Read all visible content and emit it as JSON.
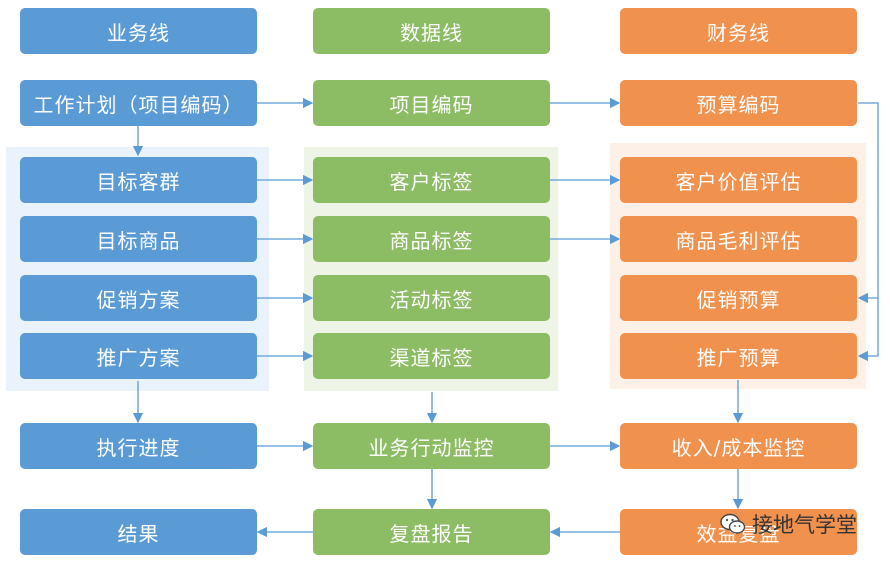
{
  "columns": {
    "business": "业务线",
    "data": "数据线",
    "finance": "财务线"
  },
  "business": {
    "work_plan": "工作计划（项目编码）",
    "target_customer": "目标客群",
    "target_product": "目标商品",
    "promo_plan": "促销方案",
    "marketing_plan": "推广方案",
    "progress": "执行进度",
    "result": "结果"
  },
  "data": {
    "project_code": "项目编码",
    "customer_tag": "客户标签",
    "product_tag": "商品标签",
    "activity_tag": "活动标签",
    "channel_tag": "渠道标签",
    "action_monitor": "业务行动监控",
    "review_report": "复盘报告"
  },
  "finance": {
    "budget_code": "预算编码",
    "customer_value": "客户价值评估",
    "product_margin": "商品毛利评估",
    "promo_budget": "促销预算",
    "marketing_budget": "推广预算",
    "revenue_cost": "收入/成本监控",
    "benefit_review": "效益复盘"
  },
  "watermark": {
    "text": "接地气学堂",
    "icon": "wechat-icon"
  },
  "colors": {
    "business": "#5b9bd5",
    "data": "#8cbc63",
    "finance": "#f0914d",
    "arrow": "#5b9bd5"
  }
}
